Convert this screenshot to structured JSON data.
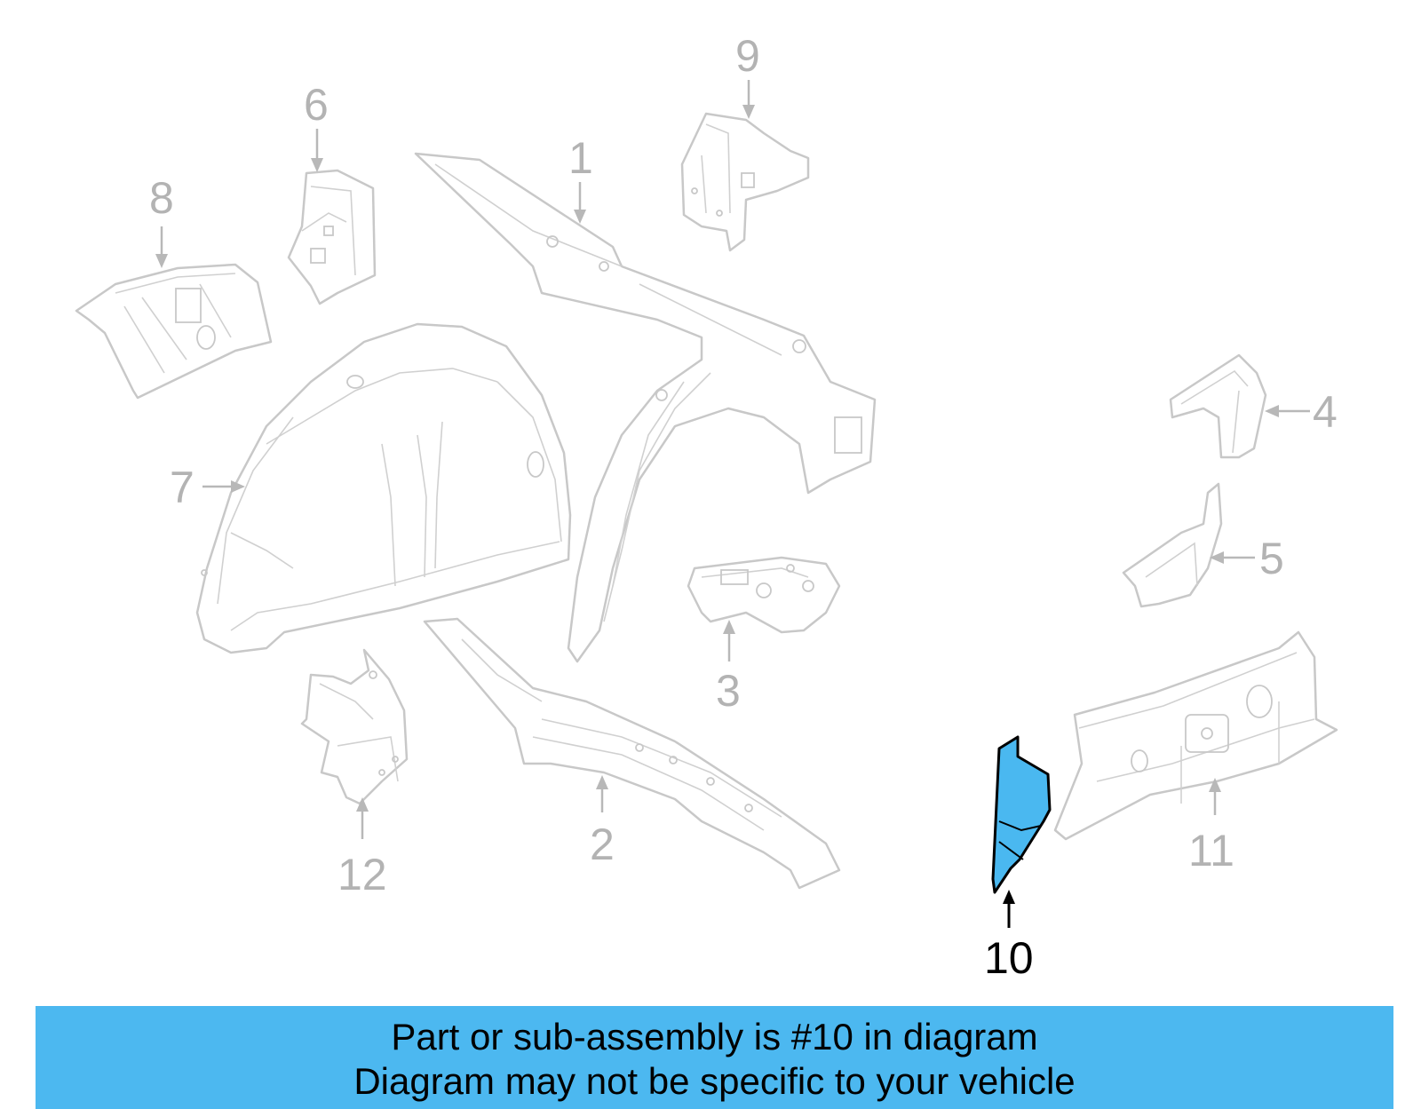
{
  "callouts": {
    "c1": "1",
    "c2": "2",
    "c3": "3",
    "c4": "4",
    "c5": "5",
    "c6": "6",
    "c7": "7",
    "c8": "8",
    "c9": "9",
    "c10": "10",
    "c11": "11",
    "c12": "12"
  },
  "highlighted_part": "10",
  "colors": {
    "highlight_fill": "#4ab8f0",
    "banner_bg": "#4cb8f0",
    "line_gray": "#c8c8c8"
  },
  "banner": {
    "line1": "Part or sub-assembly is #10 in diagram",
    "line2": "Diagram may not be specific to your vehicle"
  }
}
